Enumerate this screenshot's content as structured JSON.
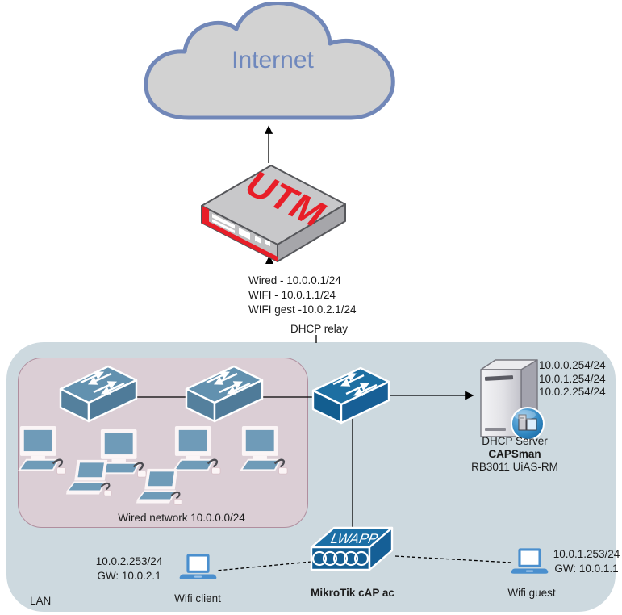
{
  "diagram": {
    "internet": {
      "label": "Internet"
    },
    "utm": {
      "label": "UTM",
      "interfaces": [
        "Wired - 10.0.0.1/24",
        "WIFI - 10.0.1.1/24",
        "WIFI gest -10.0.2.1/24"
      ],
      "relay_label": "DHCP relay"
    },
    "lan": {
      "label": "LAN",
      "wired_network": {
        "label": "Wired network 10.0.0.0/24"
      },
      "dhcp_server": {
        "addresses": [
          "10.0.0.254/24",
          "10.0.1.254/24",
          "10.0.2.254/24"
        ],
        "name": "DHCP Server",
        "role": "CAPSman",
        "model": "RB3011 UiAS-RM"
      },
      "access_point": {
        "label": "LWAPP",
        "model": "MikroTik cAP ac"
      },
      "wifi_client": {
        "address": "10.0.2.253/24",
        "gateway": "GW: 10.0.2.1",
        "label": "Wifi client"
      },
      "wifi_guest": {
        "address": "10.0.1.253/24",
        "gateway": "GW: 10.0.1.1",
        "label": "Wifi guest"
      }
    },
    "colors": {
      "lan_background": "#cdd9df",
      "wired_zone_background": "#dbced5",
      "wired_zone_border": "#b08e9e",
      "access_switch_blue": "#6291af",
      "core_switch_blue": "#1d6fa2",
      "access_point_blue": "#156a9c",
      "laptop_blue": "#4a8fce",
      "utm_red": "#e81e28",
      "cloud_fill": "#d2d2d2",
      "cloud_border": "#7187b8",
      "internet_text": "#6f88bd"
    }
  }
}
